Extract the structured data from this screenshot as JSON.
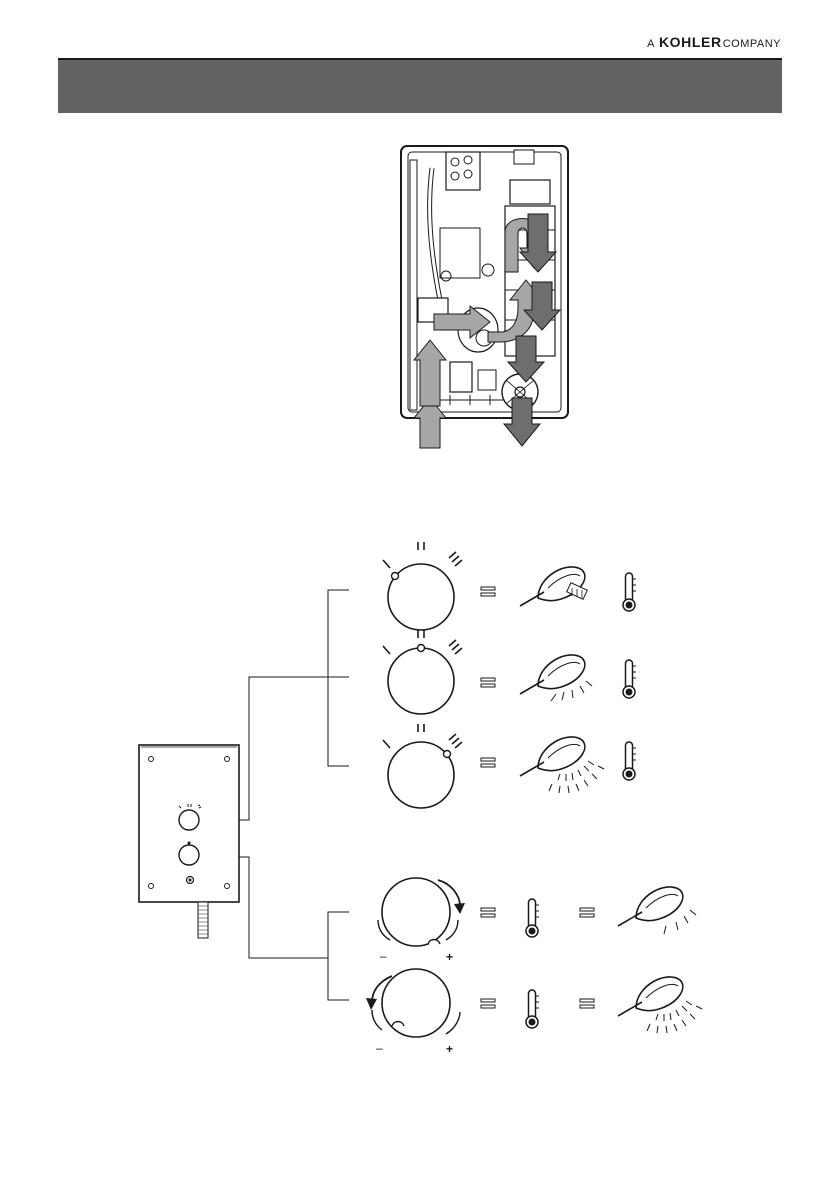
{
  "brand": {
    "prefix": "A",
    "name": "KOHLER",
    "suffix": "COMPANY"
  },
  "header": {
    "title": ""
  },
  "dial_marks": {
    "low": "I",
    "mid": "II",
    "high": "III",
    "minus": "–",
    "plus": "+",
    "equals": "="
  },
  "colors": {
    "header_band": "#636363",
    "line": "#1a1a1a",
    "arrow_light": "#a6a6a6",
    "arrow_dark": "#6e6e6e"
  },
  "icons": [
    "kohler-logo",
    "heater-cutaway",
    "flow-arrow-icon",
    "control-dial-icon",
    "shower-head-icon",
    "thermometer-icon",
    "rotate-arrow-icon",
    "shower-unit-icon"
  ]
}
